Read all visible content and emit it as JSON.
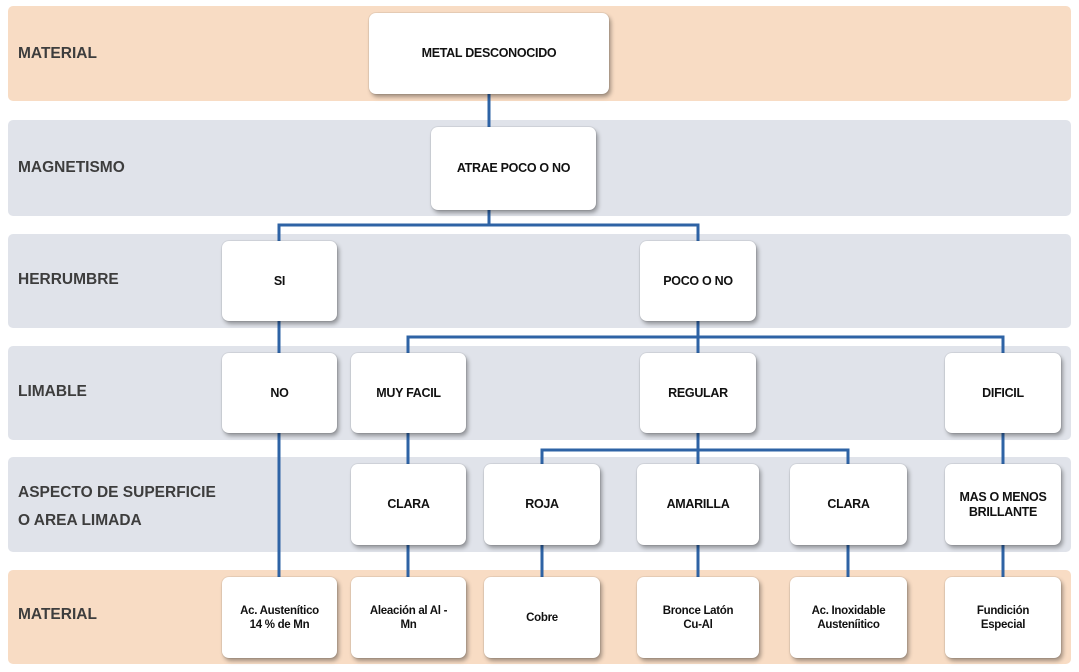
{
  "rows": [
    {
      "label": "MATERIAL"
    },
    {
      "label": "MAGNETISMO"
    },
    {
      "label": "HERRUMBRE"
    },
    {
      "label": "LIMABLE"
    },
    {
      "label": "ASPECTO DE SUPERFICIE\nO AREA LIMADA"
    },
    {
      "label": "MATERIAL"
    }
  ],
  "nodes": {
    "root": "METAL DESCONOCIDO",
    "magnet": "ATRAE POCO  O NO",
    "rust_si": "SI",
    "rust_poco": "POCO O NO",
    "lim_no": "NO",
    "lim_muy_facil": "MUY FACIL",
    "lim_regular": "REGULAR",
    "lim_dificil": "DIFICIL",
    "surf_clara_1": "CLARA",
    "surf_roja": "ROJA",
    "surf_amarilla": "AMARILLA",
    "surf_clara_2": "CLARA",
    "surf_brillante": "MAS O MENOS\nBRILLANTE",
    "mat_austenitico": "Ac. Austenítico\n14 % de Mn",
    "mat_aleacion": "Aleación al Al -\nMn",
    "mat_cobre": "Cobre",
    "mat_bronce": "Bronce Latón\nCu-Al",
    "mat_inoxidable": "Ac. Inoxidable\nAusteníitico",
    "mat_fundicion": "Fundición\nEspecial"
  },
  "colors": {
    "row_peach": "#f8dcc4",
    "row_grey": "#e0e3ea",
    "connector": "#2e63a5"
  }
}
